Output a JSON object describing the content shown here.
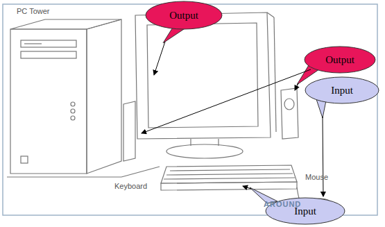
{
  "diagram": {
    "nodes": [
      {
        "text": [
          "Output"
        ]
      },
      {
        "text": [
          "Output"
        ]
      },
      {
        "text": [
          "Input"
        ]
      },
      {
        "text": [
          "Input"
        ]
      }
    ],
    "labels": [
      "PC Tower",
      "Keyboard",
      "Mouse",
      "AROUND"
    ]
  }
}
